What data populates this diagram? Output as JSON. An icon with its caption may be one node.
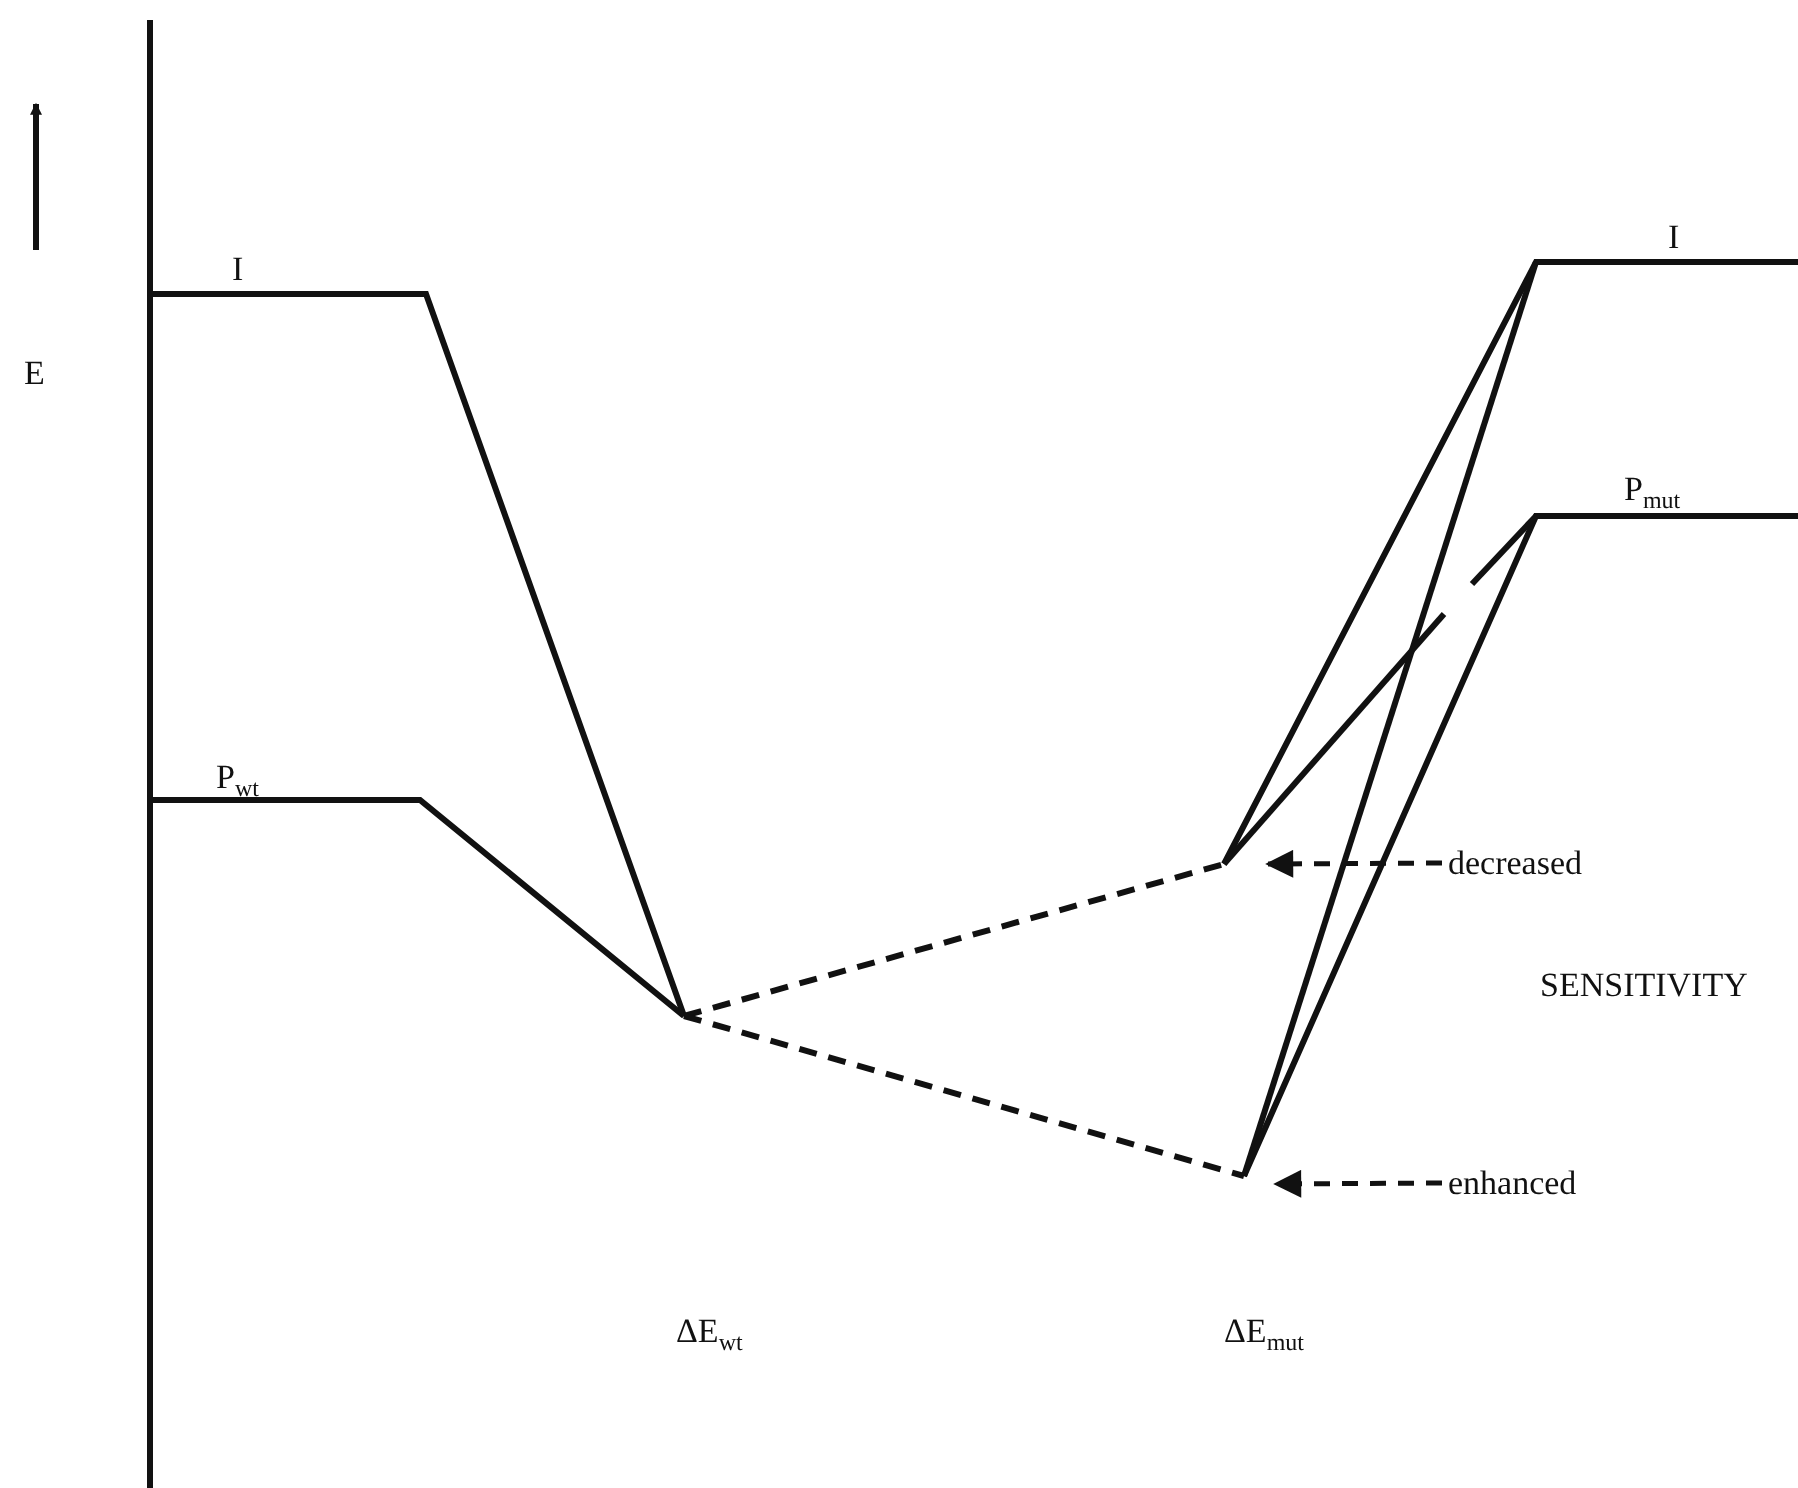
{
  "diagram": {
    "nodes": [
      {
        "text": [
          "decreased"
        ]
      },
      {
        "text": [
          "enhanced"
        ]
      }
    ],
    "edges": [
      {
        "from": 0,
        "to": null,
        "arrow": "to",
        "style": "dashed"
      },
      {
        "from": 1,
        "to": null,
        "arrow": "to",
        "style": "dashed"
      }
    ],
    "labels": [
      "E",
      "I",
      "I",
      "P$_{mut}$",
      "P$_{wt}$",
      "SENSITIVITY",
      "ΔE$_{wt}$",
      "ΔE$_{mut}$"
    ]
  }
}
